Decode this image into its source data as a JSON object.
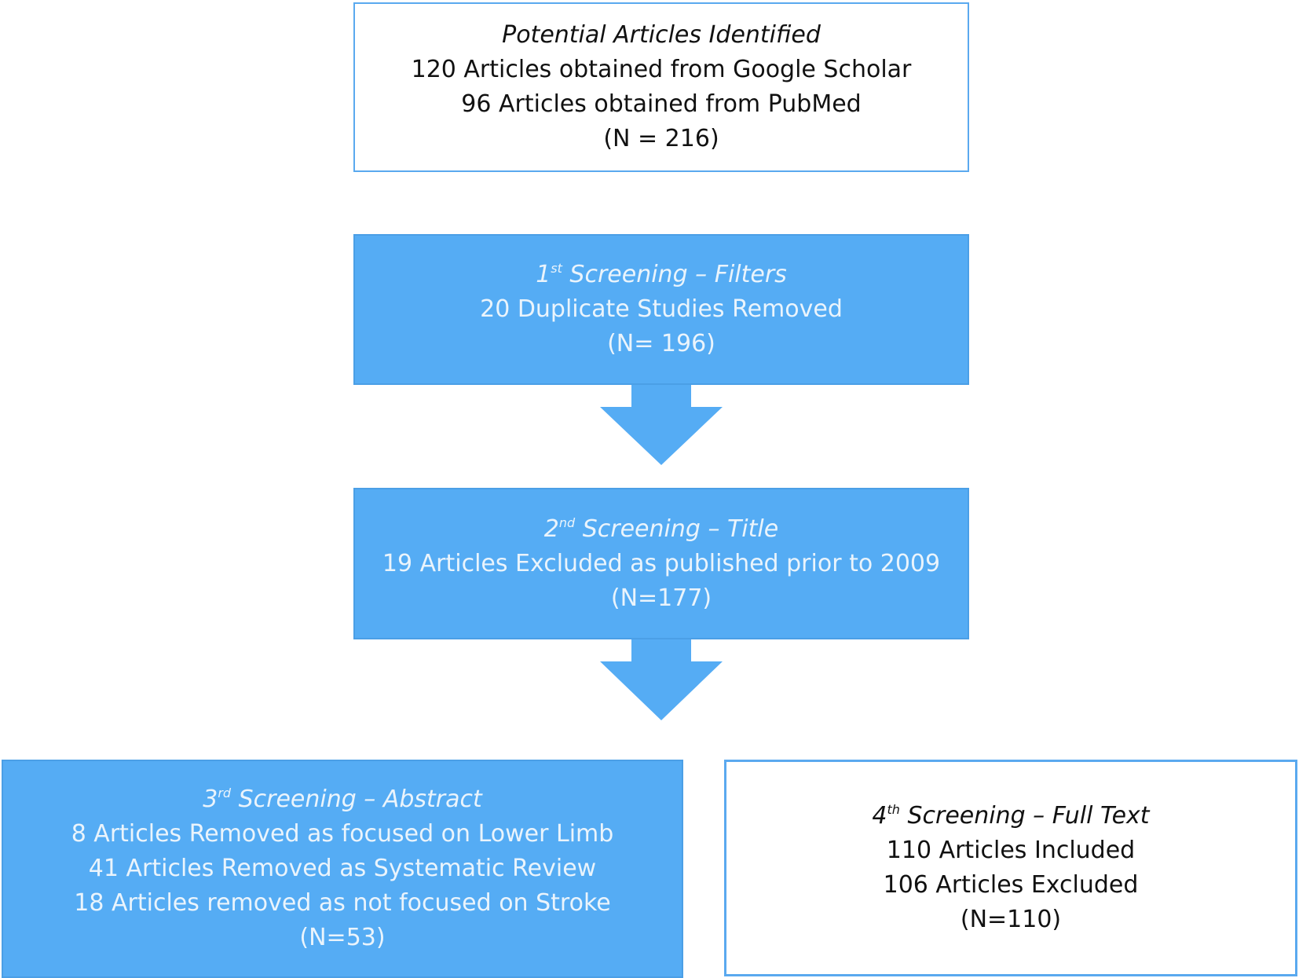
{
  "colors": {
    "box_fill": "#55acf4",
    "box_border": "#5aa9ef",
    "arrow": "#55acf4"
  },
  "boxes": {
    "identified": {
      "title": "Potential Articles Identified",
      "lines": [
        "120 Articles obtained from Google Scholar",
        "96 Articles obtained from PubMed",
        "(N = 216)"
      ]
    },
    "screening1": {
      "title_num": "1",
      "title_sup": "st",
      "title_rest": " Screening – Filters",
      "lines": [
        "20 Duplicate Studies Removed",
        "(N= 196)"
      ]
    },
    "screening2": {
      "title_num": "2",
      "title_sup": "nd",
      "title_rest": " Screening – Title",
      "lines": [
        "19 Articles Excluded as published prior to 2009",
        "(N=177)"
      ]
    },
    "screening3": {
      "title_num": "3",
      "title_sup": "rd",
      "title_rest": " Screening – Abstract",
      "lines": [
        "8 Articles Removed as focused on Lower Limb",
        "41 Articles Removed as Systematic Review",
        "18 Articles removed as not focused on Stroke",
        "(N=53)"
      ]
    },
    "screening4": {
      "title_num": "4",
      "title_sup": "th",
      "title_rest": " Screening – Full Text",
      "lines": [
        "110 Articles Included",
        "106 Articles Excluded",
        "(N=110)"
      ]
    }
  }
}
